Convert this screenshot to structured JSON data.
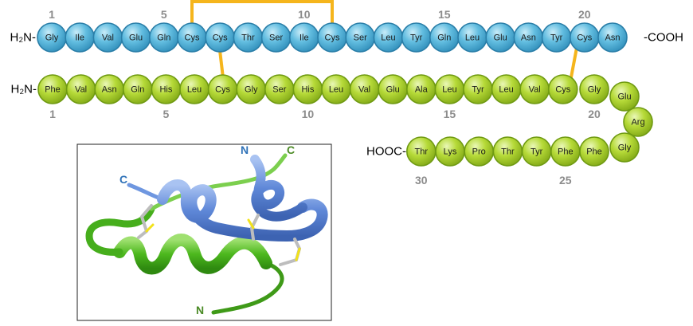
{
  "colors": {
    "chain_a_fill": "#55b5d8",
    "chain_a_stroke": "#2a7ea8",
    "chain_b_fill": "#b3d832",
    "chain_b_stroke": "#6f9a12",
    "disulfide": "#f5b51c",
    "helix_blue": "#6f97e0",
    "helix_green": "#58c22a",
    "label_blue": "#2f72b8",
    "label_green": "#4a8a24",
    "number_gray": "#8c8c8c"
  },
  "chain_a": {
    "n_terminus": "H₂N-",
    "c_terminus": "-COOH",
    "residues": [
      "Gly",
      "Ile",
      "Val",
      "Glu",
      "Gln",
      "Cys",
      "Cys",
      "Thr",
      "Ser",
      "Ile",
      "Cys",
      "Ser",
      "Leu",
      "Tyr",
      "Gln",
      "Leu",
      "Glu",
      "Asn",
      "Tyr",
      "Cys",
      "Asn"
    ],
    "numbers": [
      {
        "label": "1",
        "residue": 1
      },
      {
        "label": "5",
        "residue": 5
      },
      {
        "label": "10",
        "residue": 10
      },
      {
        "label": "15",
        "residue": 15
      },
      {
        "label": "20",
        "residue": 20
      }
    ]
  },
  "chain_b": {
    "n_terminus": "H₂N-",
    "c_terminus": "HOOC-",
    "residues": [
      "Phe",
      "Val",
      "Asn",
      "Gln",
      "His",
      "Leu",
      "Cys",
      "Gly",
      "Ser",
      "His",
      "Leu",
      "Val",
      "Glu",
      "Ala",
      "Leu",
      "Tyr",
      "Leu",
      "Val",
      "Cys",
      "Gly",
      "Glu",
      "Arg",
      "Gly",
      "Phe",
      "Phe",
      "Tyr",
      "Thr",
      "Pro",
      "Lys",
      "Thr"
    ],
    "numbers": [
      {
        "label": "1",
        "residue": 1
      },
      {
        "label": "5",
        "residue": 5
      },
      {
        "label": "10",
        "residue": 10
      },
      {
        "label": "15",
        "residue": 15
      },
      {
        "label": "20",
        "residue": 20
      },
      {
        "label": "25",
        "residue": 25
      },
      {
        "label": "30",
        "residue": 30
      }
    ]
  },
  "disulfide_bonds": [
    {
      "from": "A6",
      "to": "A11"
    },
    {
      "from": "A7",
      "to": "B7"
    },
    {
      "from": "A20",
      "to": "B19"
    }
  ],
  "structure_labels": {
    "blue_n": "N",
    "green_c": "C",
    "blue_c": "C",
    "green_n": "N"
  }
}
